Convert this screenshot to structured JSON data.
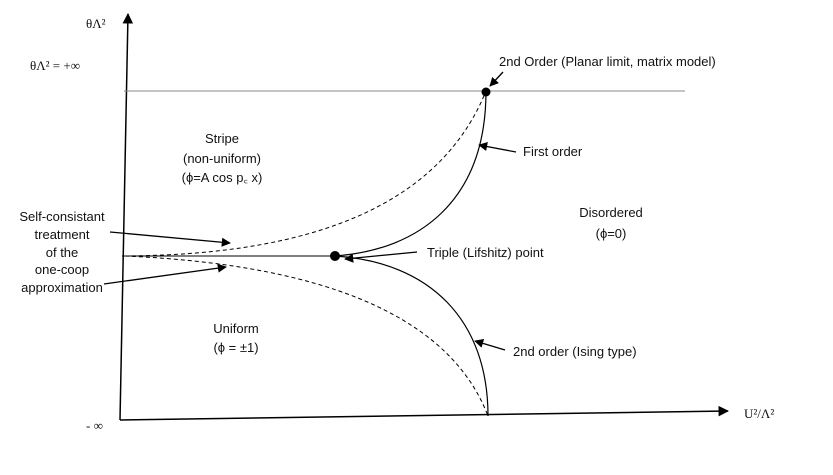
{
  "axes": {
    "y_label": "θΛ²",
    "y_top_label": "θΛ² = +∞",
    "y_bottom_label": "- ∞",
    "x_label": "U²/Λ²"
  },
  "regions": {
    "stripe": [
      "Stripe",
      "(non-uniform)",
      "(ϕ=A cos p꜀ x)"
    ],
    "disordered": [
      "Disordered",
      "(ϕ=0)"
    ],
    "uniform": [
      "Uniform",
      "(ϕ = ±1)"
    ]
  },
  "annotations": {
    "second_order_planar": "2nd Order (Planar limit, matrix model)",
    "first_order": "First order",
    "triple_point": "Triple (Lifshitz) point",
    "second_order_ising": "2nd order (Ising type)",
    "self_consistent": [
      "Self-consistant",
      "treatment",
      "of the",
      "one-coop",
      "approximation"
    ]
  }
}
